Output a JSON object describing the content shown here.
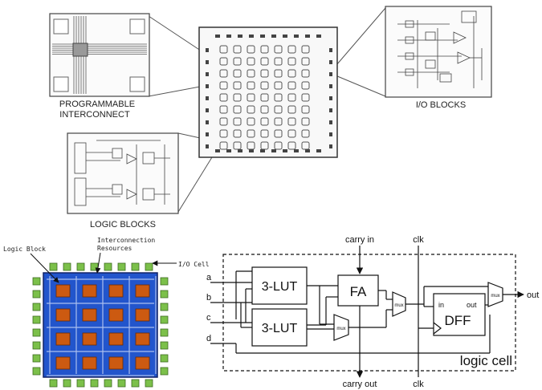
{
  "top_figure": {
    "interconnect_label_line1": "PROGRAMMABLE",
    "interconnect_label_line2": "INTERCONNECT",
    "io_blocks_label": "I/O BLOCKS",
    "logic_blocks_label": "LOGIC BLOCKS"
  },
  "fpga_grid": {
    "logic_block_label": "Logic Block",
    "interconnect_label_line1": "Interconnection",
    "interconnect_label_line2": "Resources",
    "io_cell_label": "I/O Cell",
    "colors": {
      "blue": "#2255cc",
      "orange": "#cc5a11",
      "green": "#7cc04a"
    }
  },
  "logic_cell": {
    "carry_in": "carry in",
    "carry_out": "carry out",
    "clk_top": "clk",
    "clk_bottom": "clk",
    "input_a": "a",
    "input_b": "b",
    "input_c": "c",
    "input_d": "d",
    "lut1": "3-LUT",
    "lut2": "3-LUT",
    "fa": "FA",
    "mux1": "mux",
    "mux2": "mux",
    "mux3": "mux",
    "dff": "DFF",
    "dff_in": "in",
    "dff_out": "out",
    "output": "out",
    "cell_label": "logic cell"
  }
}
